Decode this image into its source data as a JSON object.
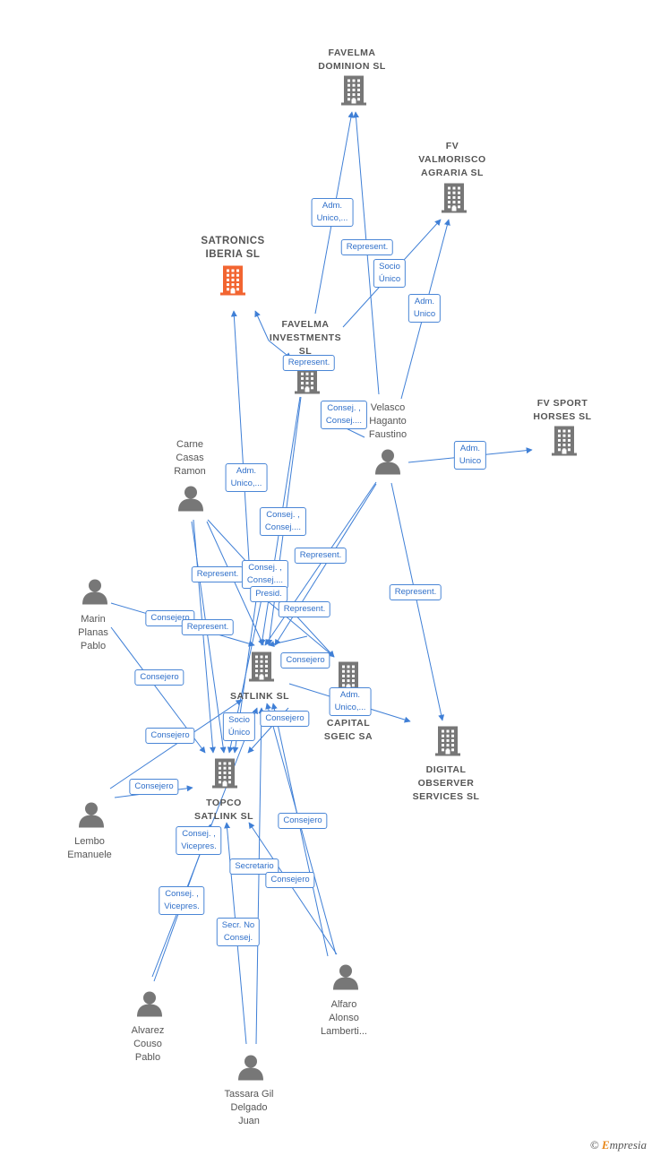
{
  "colors": {
    "edge": "#3f7fd6",
    "node": "#777777",
    "highlight": "#f26531"
  },
  "nodes": [
    {
      "id": "favelma-dominion",
      "type": "company",
      "label": "FAVELMA\nDOMINION  SL"
    },
    {
      "id": "fv-valmorisco",
      "type": "company",
      "label": "FV\nVALMORISCO\nAGRARIA  SL"
    },
    {
      "id": "satronics",
      "type": "company",
      "highlight": true,
      "label": "SATRONICS\nIBERIA  SL"
    },
    {
      "id": "favelma-investments",
      "type": "company",
      "label": "FAVELMA\nINVESTMENTS\nSL"
    },
    {
      "id": "velasco",
      "type": "person",
      "label": "Velasco\nHaganto\nFaustino"
    },
    {
      "id": "fv-sport",
      "type": "company",
      "label": "FV SPORT\nHORSES  SL"
    },
    {
      "id": "carne",
      "type": "person",
      "label": "Carne\nCasas\nRamon"
    },
    {
      "id": "marin",
      "type": "person",
      "label": "Marin\nPlanas\nPablo"
    },
    {
      "id": "satlink",
      "type": "company",
      "label": "SATLINK SL"
    },
    {
      "id": "capital",
      "type": "company",
      "label": "CAPITAL\nSGEIC SA"
    },
    {
      "id": "digital",
      "type": "company",
      "label": "DIGITAL\nOBSERVER\nSERVICES  SL"
    },
    {
      "id": "topco",
      "type": "company",
      "label": "TOPCO\nSATLINK  SL"
    },
    {
      "id": "lembo",
      "type": "person",
      "label": "Lembo\nEmanuele"
    },
    {
      "id": "alvarez",
      "type": "person",
      "label": "Alvarez\nCouso\nPablo"
    },
    {
      "id": "alfaro",
      "type": "person",
      "label": "Alfaro\nAlonso\nLamberti..."
    },
    {
      "id": "tassara",
      "type": "person",
      "label": "Tassara Gil\nDelgado\nJuan"
    }
  ],
  "edge_labels": [
    "Adm.\nUnico,...",
    "Represent.",
    "Socio\nÚnico",
    "Adm.\nUnico",
    "Represent.",
    "Consej. ,\nConsej....",
    "Adm.\nUnico",
    "Adm.\nUnico,...",
    "Consej. ,\nConsej....",
    "Represent.",
    "Represent.",
    "Represent.",
    "Consej. ,\nConsej....",
    "Presid.",
    "Consejero",
    "Represent.",
    "Represent.",
    "Consejero",
    "Consejero",
    "Adm.\nUnico,...",
    "Socio\nÚnico",
    "Consejero",
    "Consejero",
    "Consejero",
    "Consejero",
    "Consej. ,\nVicepres.",
    "Secretario",
    "Consejero",
    "Consej. ,\nVicepres.",
    "Secr.  No\nConsej."
  ],
  "brand": {
    "symbol": "©",
    "initial": "E",
    "rest": "mpresia"
  }
}
